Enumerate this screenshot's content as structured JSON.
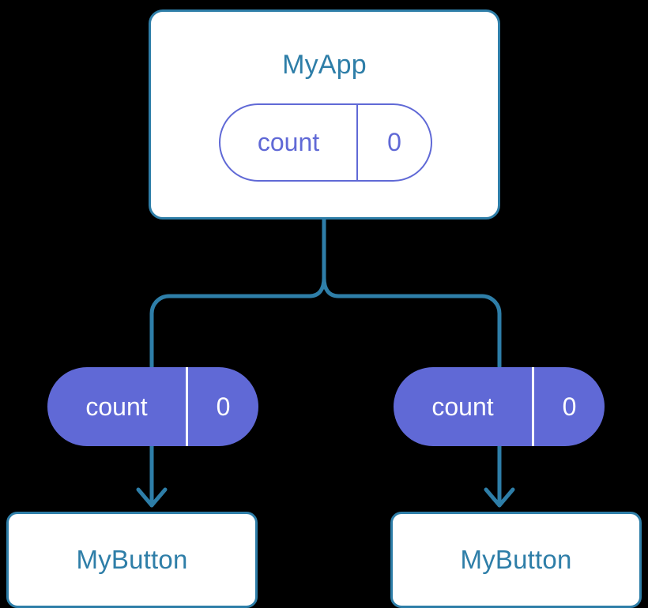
{
  "diagram": {
    "type": "component-tree",
    "background_color": "#000000",
    "accent_color": "#2e7ea8",
    "state_color": "#6069d6",
    "node_fill": "#ffffff"
  },
  "root": {
    "title": "MyApp",
    "state": {
      "key": "count",
      "value": "0"
    }
  },
  "children": [
    {
      "state": {
        "key": "count",
        "value": "0"
      },
      "title": "MyButton"
    },
    {
      "state": {
        "key": "count",
        "value": "0"
      },
      "title": "MyButton"
    }
  ]
}
